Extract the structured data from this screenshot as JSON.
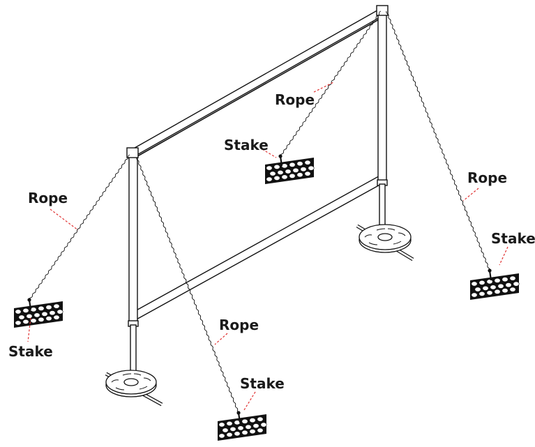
{
  "labels": {
    "rope_left": "Rope",
    "rope_top": "Rope",
    "rope_right": "Rope",
    "rope_front": "Rope",
    "stake_left": "Stake",
    "stake_top": "Stake",
    "stake_right": "Stake",
    "stake_front": "Stake"
  },
  "colors": {
    "line": "#111111",
    "leader": "#e03030",
    "label": "#1a1a1a",
    "background": "#ffffff"
  }
}
